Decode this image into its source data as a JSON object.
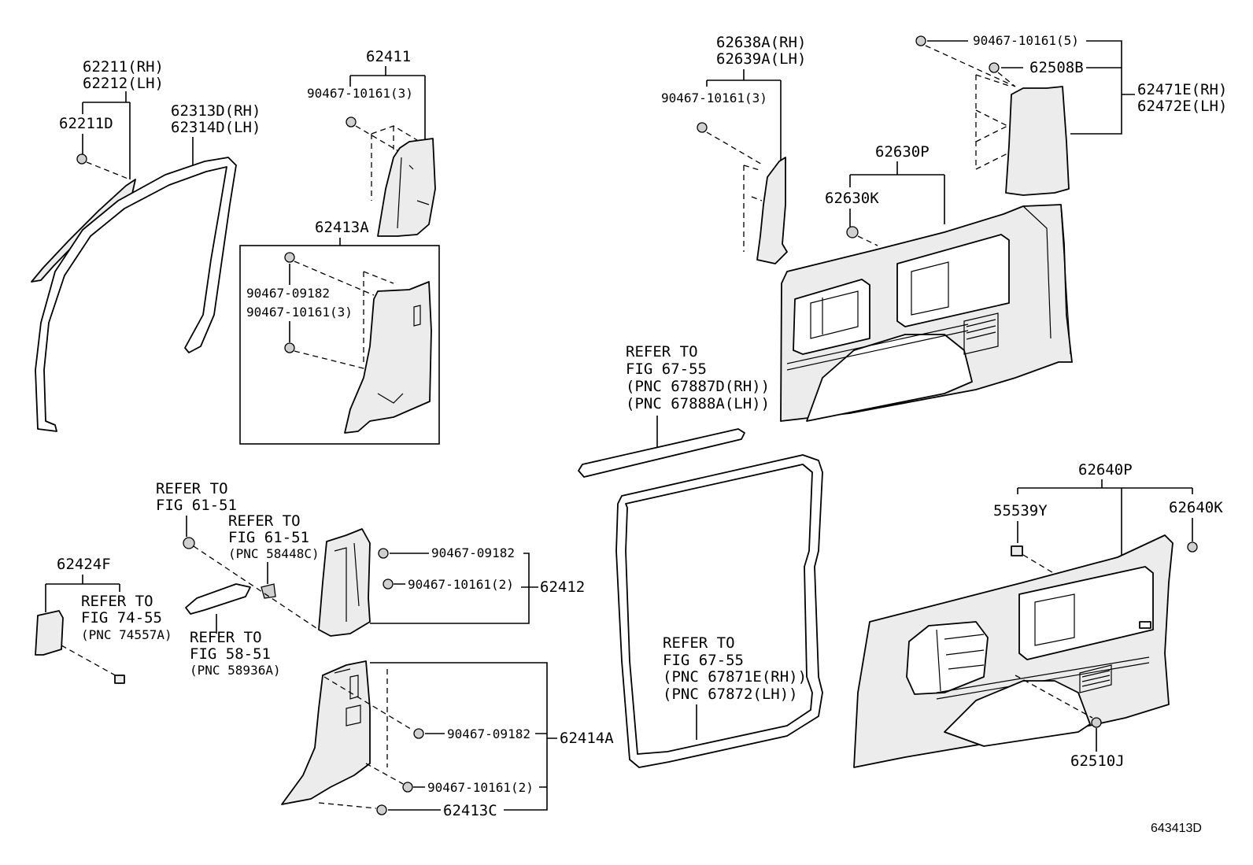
{
  "diagram": {
    "id": "643413D",
    "labels": {
      "p62211_rh": "62211(RH)",
      "p62212_lh": "62212(LH)",
      "p62211d": "62211D",
      "p62313d_rh": "62313D(RH)",
      "p62314d_lh": "62314D(LH)",
      "p62411": "62411",
      "p62411_clip": "90467-10161(3)",
      "p62413a": "62413A",
      "p62413a_clip1": "90467-09182",
      "p62413a_clip2": "90467-10161(3)",
      "p62638a_rh": "62638A(RH)",
      "p62639a_lh": "62639A(LH)",
      "p62638_clip": "90467-10161(3)",
      "p90467_10161_5": "90467-10161(5)",
      "p62508b": "62508B",
      "p62471e_rh": "62471E(RH)",
      "p62472e_lh": "62472E(LH)",
      "p62630p": "62630P",
      "p62630k": "62630K",
      "ref_6755_a1": "REFER TO",
      "ref_6755_a2": "FIG 67-55",
      "ref_6755_a3": "(PNC 67887D(RH))",
      "ref_6755_a4": "(PNC 67888A(LH))",
      "ref_6151_a1": "REFER TO",
      "ref_6151_a2": "FIG 61-51",
      "ref_6151_b1": "REFER TO",
      "ref_6151_b2": "FIG 61-51",
      "ref_6151_b3": "(PNC 58448C)",
      "p62424f": "62424F",
      "ref_7455_1": "REFER TO",
      "ref_7455_2": "FIG 74-55",
      "ref_7455_3": "(PNC 74557A)",
      "ref_5851_1": "REFER TO",
      "ref_5851_2": "FIG 58-51",
      "ref_5851_3": "(PNC 58936A)",
      "p62412_clip1": "90467-09182",
      "p62412_clip2": "90467-10161(2)",
      "p62412": "62412",
      "p62414a_clip1": "90467-09182",
      "p62414a": "62414A",
      "p62414a_clip2": "90467-10161(2)",
      "p62413c": "62413C",
      "ref_6755_b1": "REFER TO",
      "ref_6755_b2": "FIG 67-55",
      "ref_6755_b3": "(PNC 67871E(RH))",
      "ref_6755_b4": "(PNC 67872(LH))",
      "p62640p": "62640P",
      "p55539y": "55539Y",
      "p62640k": "62640K",
      "p62510j": "62510J"
    }
  }
}
